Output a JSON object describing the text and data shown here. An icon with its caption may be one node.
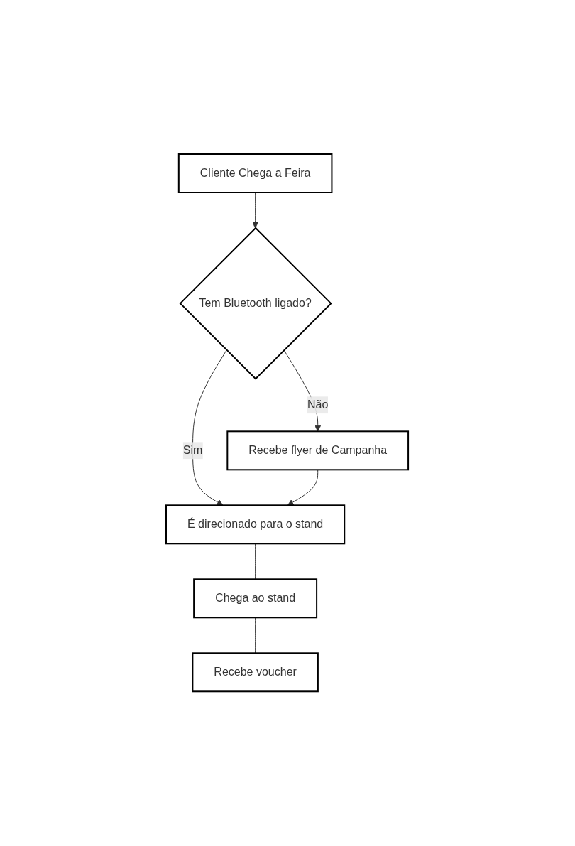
{
  "diagram": {
    "nodes": [
      {
        "text": [
          "Cliente Chega a Feira"
        ]
      },
      {
        "text": [
          "Tem Bluetooth ligado?"
        ]
      },
      {
        "text": [
          "Recebe flyer de Campanha"
        ]
      },
      {
        "text": [
          "É direcionado para o stand"
        ]
      },
      {
        "text": [
          "Chega ao stand"
        ]
      },
      {
        "text": [
          "Recebe voucher"
        ]
      }
    ],
    "edges": [
      {
        "from": 0,
        "to": 1,
        "arrow": "to"
      },
      {
        "from": 1,
        "to": 3,
        "arrow": "to",
        "label": "Sim"
      },
      {
        "from": 1,
        "to": 2,
        "arrow": "to",
        "label": "Não"
      },
      {
        "from": 2,
        "to": 3,
        "arrow": "to"
      },
      {
        "from": 3,
        "to": 4,
        "arrow": "none"
      },
      {
        "from": 4,
        "to": 5,
        "arrow": "none"
      }
    ]
  }
}
